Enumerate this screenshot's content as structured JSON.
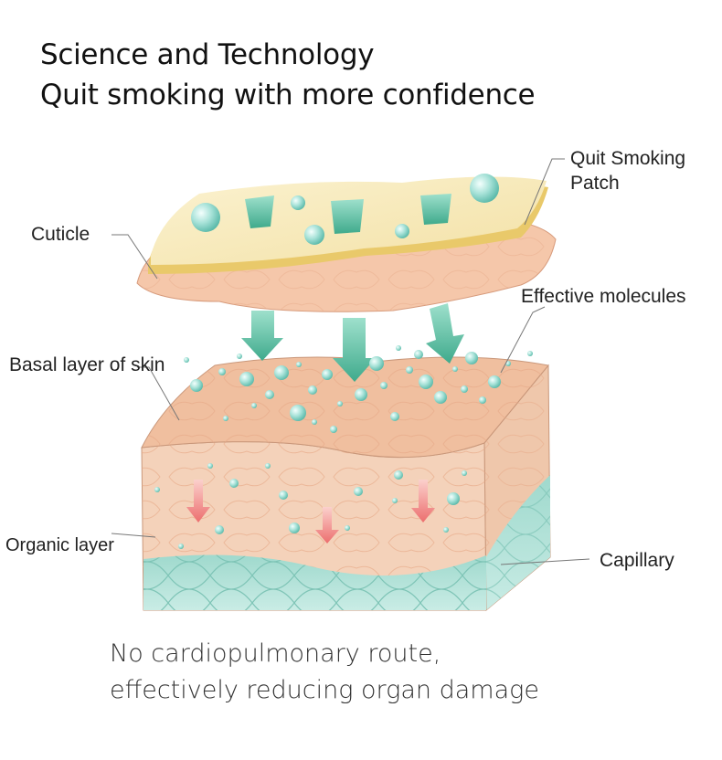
{
  "header": {
    "line1": "Science and Technology",
    "line2": "Quit smoking with more confidence"
  },
  "labels": {
    "patch_line1": "Quit Smoking",
    "patch_line2": "Patch",
    "cuticle": "Cuticle",
    "effective_molecules": "Effective molecules",
    "basal_layer": "Basal layer of skin",
    "organic_layer": "Organic layer",
    "capillary": "Capillary"
  },
  "footer": {
    "line1": "No cardiopulmonary route,",
    "line2": "effectively reducing organ damage"
  },
  "colors": {
    "patch": "#f6e8b8",
    "patch_edge": "#e9c96a",
    "cuticle": "#f4c9ac",
    "skin_top": "#f2c3a4",
    "skin_side": "#f3cdb0",
    "capillary": "#a9ddd3",
    "molecule": "#7fd0c4",
    "teal_arrow": "#4fb79a",
    "red_arrow": "#f08a8a"
  }
}
